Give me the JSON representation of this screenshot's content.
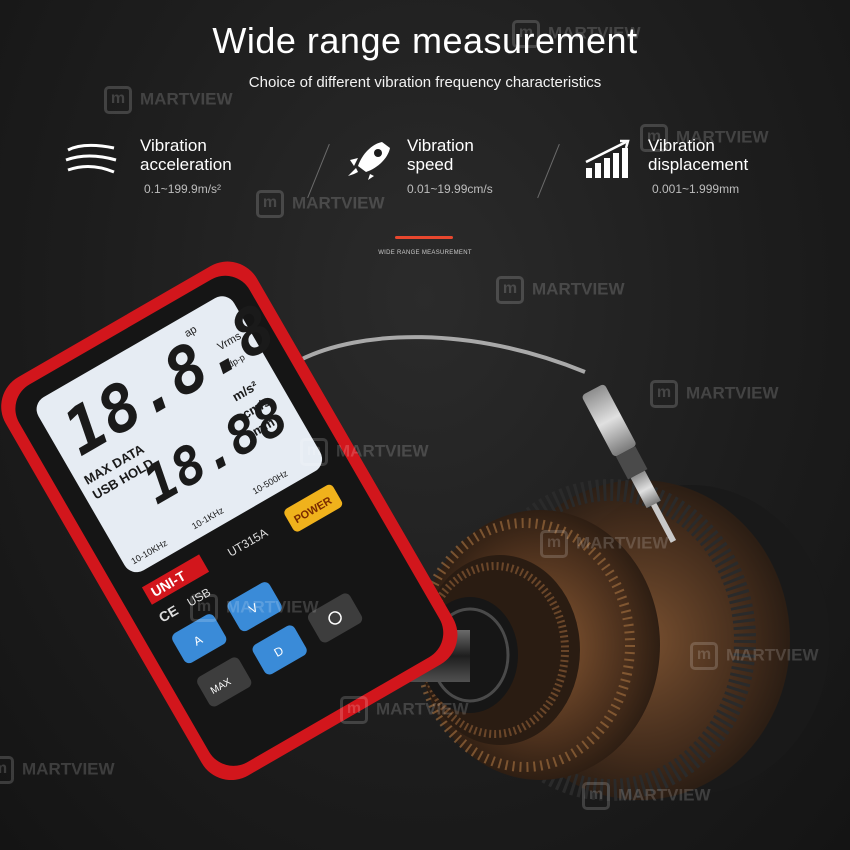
{
  "header": {
    "title": "Wide range measurement",
    "subtitle": "Choice of different vibration frequency characteristics"
  },
  "features": [
    {
      "icon": "vibration-waves-icon",
      "name": "Vibration\nacceleration",
      "range": "0.1~199.9m/s²"
    },
    {
      "icon": "rocket-icon",
      "name": "Vibration\nspeed",
      "range": "0.01~19.99cm/s"
    },
    {
      "icon": "rising-bars-icon",
      "name": "Vibration\ndisplacement",
      "range": "0.001~1.999mm"
    }
  ],
  "caption": "WIDE RANGE MEASUREMENT",
  "accent_color": "#e8472e",
  "device": {
    "brand": "UNI-T",
    "model": "UT315A",
    "cert": "CE",
    "usb_label": "USB",
    "power_label": "POWER",
    "lcd": {
      "main_digits": "18.8.8",
      "sub_digits": "18.88",
      "labels": [
        "MAX DATA",
        "USB HOLD"
      ],
      "freq_labels": [
        "10-10KHz",
        "10-1KHz",
        "10-500Hz"
      ],
      "units": [
        "ap",
        "Vrms",
        "dp-p",
        "m/s²",
        "cm/s",
        "mm"
      ]
    },
    "keys": [
      "A",
      "V",
      "MAX",
      "D"
    ],
    "body_color": "#d2161c",
    "lcd_color": "#e6ecf3"
  },
  "watermark": "MARTVIEW"
}
